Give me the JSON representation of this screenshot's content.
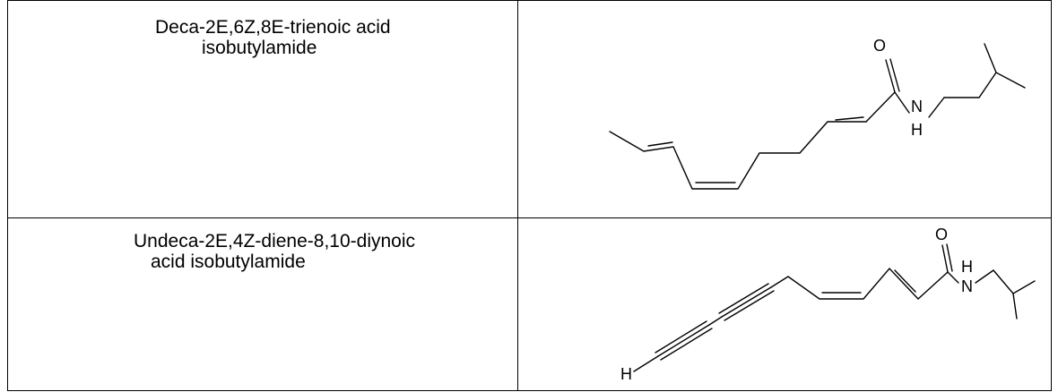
{
  "rows": [
    {
      "name_line1": "Deca-2E,6Z,8E-trienoic acid",
      "name_line2": "isobutylamide",
      "atoms": {
        "oxygen": "O",
        "nitrogen": "N",
        "nitrogen_h": "H"
      }
    },
    {
      "name_line1": "Undeca-2E,4Z-diene-8,10-diynoic",
      "name_line2": "acid isobutylamide",
      "atoms": {
        "oxygen": "O",
        "nitrogen_h": "H",
        "nitrogen": "N",
        "terminal_h": "H"
      }
    }
  ]
}
